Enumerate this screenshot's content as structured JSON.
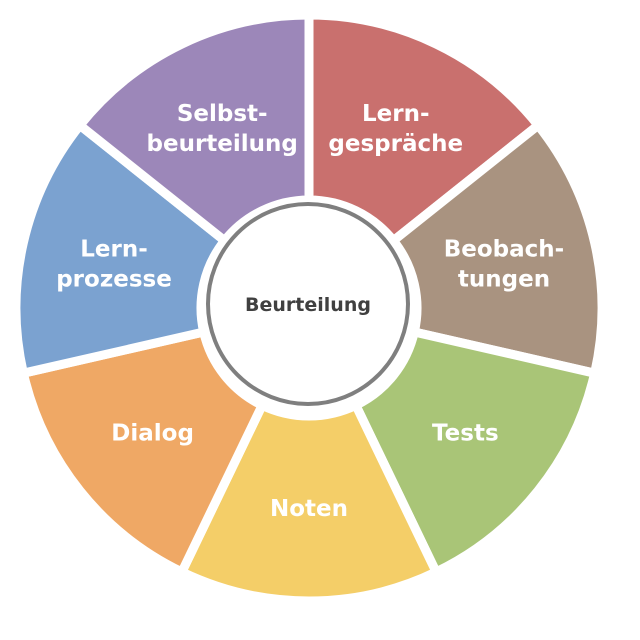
{
  "center": {
    "label": "Beurteilung",
    "stroke": "#7f7f7f"
  },
  "segments": [
    {
      "lines": [
        "Lern-",
        "gespräche"
      ],
      "color": "#C9706E"
    },
    {
      "lines": [
        "Beobach-",
        "tungen"
      ],
      "color": "#A99380"
    },
    {
      "lines": [
        "Tests"
      ],
      "color": "#A9C577"
    },
    {
      "lines": [
        "Noten"
      ],
      "color": "#F4CE68"
    },
    {
      "lines": [
        "Dialog"
      ],
      "color": "#EFA865"
    },
    {
      "lines": [
        "Lern-",
        "prozesse"
      ],
      "color": "#7BA2D0"
    },
    {
      "lines": [
        "Selbst-",
        "beurteilung"
      ],
      "color": "#9C87B9"
    }
  ]
}
